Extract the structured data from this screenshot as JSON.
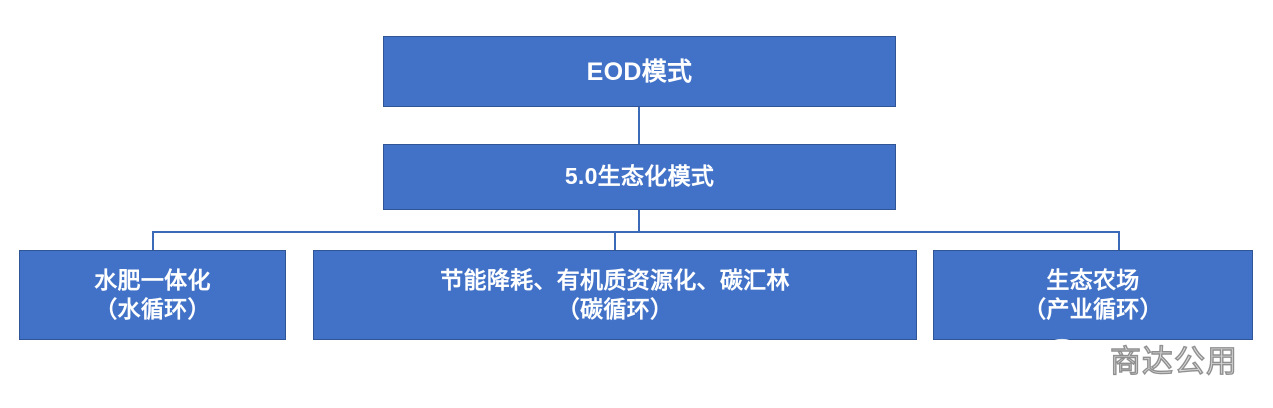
{
  "diagram": {
    "type": "hierarchy-flowchart",
    "title": "EOD模式 生态化模式结构图",
    "colors": {
      "node_fill": "#4272C8",
      "node_border": "#2F5597",
      "node_text": "#FFFFFF",
      "connector": "#3B6AB8",
      "background": "#FFFFFF"
    },
    "levels": [
      {
        "level": 1,
        "nodes": [
          {
            "id": "eod",
            "label": "EOD模式"
          }
        ]
      },
      {
        "level": 2,
        "nodes": [
          {
            "id": "mode50",
            "label": "5.0生态化模式"
          }
        ]
      },
      {
        "level": 3,
        "nodes": [
          {
            "id": "water",
            "label": "水肥一体化\n（水循环）"
          },
          {
            "id": "carbon",
            "label": "节能降耗、有机质资源化、碳汇林\n（碳循环）"
          },
          {
            "id": "farm",
            "label": "生态农场\n（产业循环）"
          }
        ]
      }
    ],
    "connectors": [
      {
        "from": "eod",
        "to": "mode50"
      },
      {
        "from": "mode50",
        "to": "water"
      },
      {
        "from": "mode50",
        "to": "carbon"
      },
      {
        "from": "mode50",
        "to": "farm"
      }
    ]
  },
  "watermark": {
    "icon": "wechat-icon",
    "text": "商达公用"
  }
}
